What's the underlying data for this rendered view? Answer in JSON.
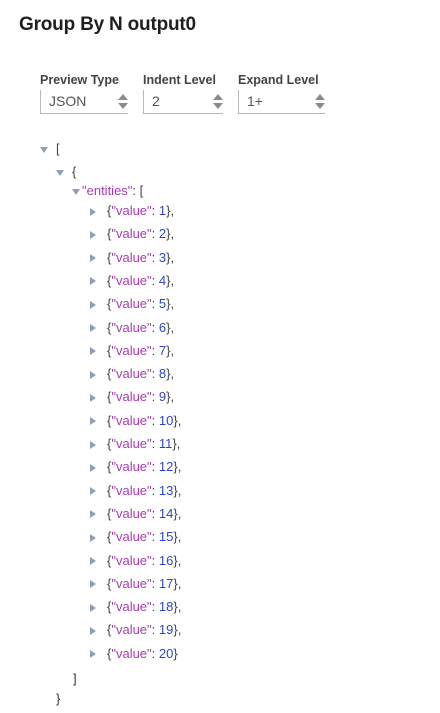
{
  "panel": {
    "title": "Group By N output0"
  },
  "controls": {
    "preview_type": {
      "label": "Preview Type",
      "value": "JSON"
    },
    "indent_level": {
      "label": "Indent Level",
      "value": "2"
    },
    "expand_level": {
      "label": "Expand Level",
      "value": "1+"
    }
  },
  "tree": {
    "open_array": "[",
    "open_object": "{",
    "entities_key": "\"entities\"",
    "entities_colon_bracket": ": [",
    "item_key": "\"value\"",
    "values": [
      "1",
      "2",
      "3",
      "4",
      "5",
      "6",
      "7",
      "8",
      "9",
      "10",
      "11",
      "12",
      "13",
      "14",
      "15",
      "16",
      "17",
      "18",
      "19",
      "20"
    ],
    "close_entities": "]",
    "close_object": "}"
  },
  "colors": {
    "key": "#a63cb2",
    "number": "#2f44c8",
    "triangle": "#8f9fb8"
  }
}
